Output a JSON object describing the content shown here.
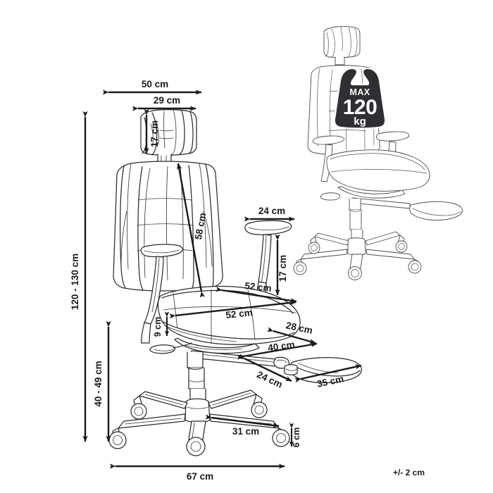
{
  "product": {
    "type": "ergonomic-office-chair",
    "view": "dimension-drawing",
    "tolerance_note": "+/- 2 cm"
  },
  "load_badge": {
    "max_label": "MAX",
    "value": "120",
    "unit": "kg"
  },
  "dimensions": {
    "overall_width": "50 cm",
    "headrest_width": "29 cm",
    "headrest_height": "17 cm",
    "backrest_height": "58 cm",
    "total_height": "120 - 130 cm",
    "seat_height": "40 - 49 cm",
    "seat_width": "52 cm",
    "seat_depth": "52 cm",
    "seat_thickness": "9 cm",
    "armrest_width": "24 cm",
    "armrest_height": "17 cm",
    "footrest_width": "28 cm",
    "footrest_extension": "40 cm",
    "footrest_depth": "24 cm",
    "footrest_length": "35 cm",
    "base_radius": "31 cm",
    "castor_height": "6 cm",
    "base_width": "67 cm"
  },
  "colors": {
    "line": "#2b2b2b",
    "dimension": "#1a1a1a",
    "badge": "#2f2f33",
    "background": "#ffffff"
  }
}
